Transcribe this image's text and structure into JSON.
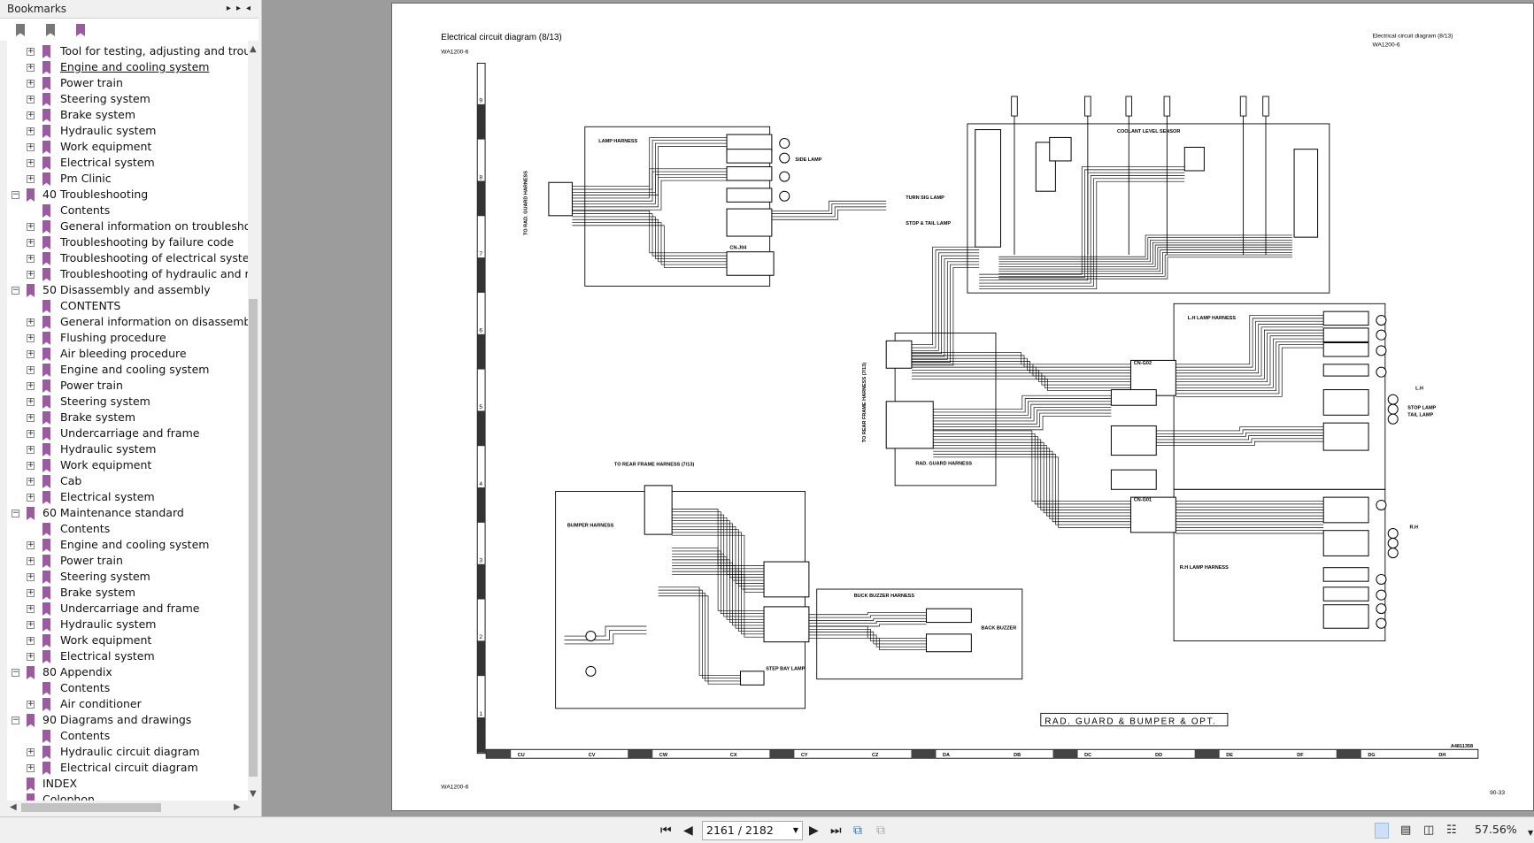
{
  "sidebar": {
    "title": "Bookmarks",
    "items": [
      {
        "label": "Tool for testing, adjusting and troubleshooting",
        "level": 2,
        "exp": "+"
      },
      {
        "label": "Engine and cooling system",
        "level": 2,
        "exp": "+",
        "underline": true
      },
      {
        "label": "Power train",
        "level": 2,
        "exp": "+"
      },
      {
        "label": "Steering system",
        "level": 2,
        "exp": "+"
      },
      {
        "label": "Brake system",
        "level": 2,
        "exp": "+"
      },
      {
        "label": "Hydraulic system",
        "level": 2,
        "exp": "+"
      },
      {
        "label": "Work equipment",
        "level": 2,
        "exp": "+"
      },
      {
        "label": "Electrical system",
        "level": 2,
        "exp": "+"
      },
      {
        "label": "Pm Clinic",
        "level": 2,
        "exp": "+"
      },
      {
        "label": "40 Troubleshooting",
        "level": 1,
        "exp": "-"
      },
      {
        "label": "Contents",
        "level": 2,
        "exp": ""
      },
      {
        "label": "General information on troubleshooting",
        "level": 2,
        "exp": "+"
      },
      {
        "label": "Troubleshooting by failure code",
        "level": 2,
        "exp": "+"
      },
      {
        "label": "Troubleshooting of electrical system (E-mode)",
        "level": 2,
        "exp": "+"
      },
      {
        "label": "Troubleshooting of hydraulic and mechanical system",
        "level": 2,
        "exp": "+"
      },
      {
        "label": "50 Disassembly and assembly",
        "level": 1,
        "exp": "-"
      },
      {
        "label": "CONTENTS",
        "level": 2,
        "exp": ""
      },
      {
        "label": "General information on disassembly and assembly",
        "level": 2,
        "exp": "+"
      },
      {
        "label": "Flushing procedure",
        "level": 2,
        "exp": "+"
      },
      {
        "label": "Air bleeding procedure",
        "level": 2,
        "exp": "+"
      },
      {
        "label": "Engine and cooling system",
        "level": 2,
        "exp": "+"
      },
      {
        "label": "Power train",
        "level": 2,
        "exp": "+"
      },
      {
        "label": "Steering system",
        "level": 2,
        "exp": "+"
      },
      {
        "label": "Brake system",
        "level": 2,
        "exp": "+"
      },
      {
        "label": "Undercarriage and frame",
        "level": 2,
        "exp": "+"
      },
      {
        "label": "Hydraulic system",
        "level": 2,
        "exp": "+"
      },
      {
        "label": "Work equipment",
        "level": 2,
        "exp": "+"
      },
      {
        "label": "Cab",
        "level": 2,
        "exp": "+"
      },
      {
        "label": "Electrical system",
        "level": 2,
        "exp": "+"
      },
      {
        "label": "60 Maintenance standard",
        "level": 1,
        "exp": "-"
      },
      {
        "label": "Contents",
        "level": 2,
        "exp": ""
      },
      {
        "label": "Engine and cooling system",
        "level": 2,
        "exp": "+"
      },
      {
        "label": "Power train",
        "level": 2,
        "exp": "+"
      },
      {
        "label": "Steering system",
        "level": 2,
        "exp": "+"
      },
      {
        "label": "Brake system",
        "level": 2,
        "exp": "+"
      },
      {
        "label": "Undercarriage and frame",
        "level": 2,
        "exp": "+"
      },
      {
        "label": "Hydraulic system",
        "level": 2,
        "exp": "+"
      },
      {
        "label": "Work equipment",
        "level": 2,
        "exp": "+"
      },
      {
        "label": "Electrical system",
        "level": 2,
        "exp": "+"
      },
      {
        "label": "80 Appendix",
        "level": 1,
        "exp": "-"
      },
      {
        "label": "Contents",
        "level": 2,
        "exp": ""
      },
      {
        "label": "Air conditioner",
        "level": 2,
        "exp": "+"
      },
      {
        "label": "90 Diagrams and drawings",
        "level": 1,
        "exp": "-"
      },
      {
        "label": "Contents",
        "level": 2,
        "exp": ""
      },
      {
        "label": "Hydraulic circuit diagram",
        "level": 2,
        "exp": "+"
      },
      {
        "label": "Electrical circuit diagram",
        "level": 2,
        "exp": "+"
      },
      {
        "label": "INDEX",
        "level": 1,
        "exp": ""
      },
      {
        "label": "Colophon",
        "level": 1,
        "exp": ""
      }
    ]
  },
  "document": {
    "title": "Electrical circuit diagram (8/13)",
    "model": "WA1200-6",
    "header_right_title": "Electrical circuit diagram (8/13)",
    "header_right_model": "WA1200-6",
    "footer_model": "WA1200-6",
    "page_number": "90-33",
    "drawing_number": "A4811358",
    "diagram_title": "RAD. GUARD & BUMPER & OPT.",
    "labels": {
      "lamp_harness": "LAMP HARNESS",
      "to_rad_guard": "TO RAD. GUARD HARNESS",
      "to_rear_frame_top": "TO REAR FRAME HARNESS (7/13)",
      "to_rear_frame_side": "TO REAR FRAME HARNESS (7/13)",
      "bumper_harness": "BUMPER HARNESS",
      "buck_buzzer_harness": "BUCK BUZZER HARNESS",
      "lh_lamp_harness": "L.H LAMP HARNESS",
      "rh_lamp_harness": "R.H LAMP HARNESS",
      "rad_guard_harness": "RAD. GUARD HARNESS",
      "coolant_level_sensor": "COOLANT LEVEL SENSOR",
      "turn_sig_lamp": "TURN SIG LAMP",
      "stop_tail_lamp": "STOP & TAIL LAMP",
      "side_lamp": "SIDE LAMP",
      "lh": "L.H",
      "rh": "R.H",
      "stop_lamp": "STOP LAMP",
      "tail_lamp": "TAIL LAMP",
      "buck_buzzer": "BACK BUZZER",
      "step_bay_lamp": "STEP BAY LAMP",
      "cn_g02": "CN-G02",
      "cn_j04": "CN-J04",
      "cn_g01": "CN-G01"
    },
    "row_labels": [
      "9",
      "8",
      "7",
      "6",
      "5",
      "4",
      "3",
      "2",
      "1"
    ],
    "col_labels": [
      "CU",
      "CV",
      "CW",
      "CX",
      "CY",
      "CZ",
      "DA",
      "DB",
      "DC",
      "DD",
      "DE",
      "DF",
      "DG",
      "DH"
    ]
  },
  "toolbar": {
    "page_value": "2161 / 2182",
    "zoom": "57.56%"
  }
}
